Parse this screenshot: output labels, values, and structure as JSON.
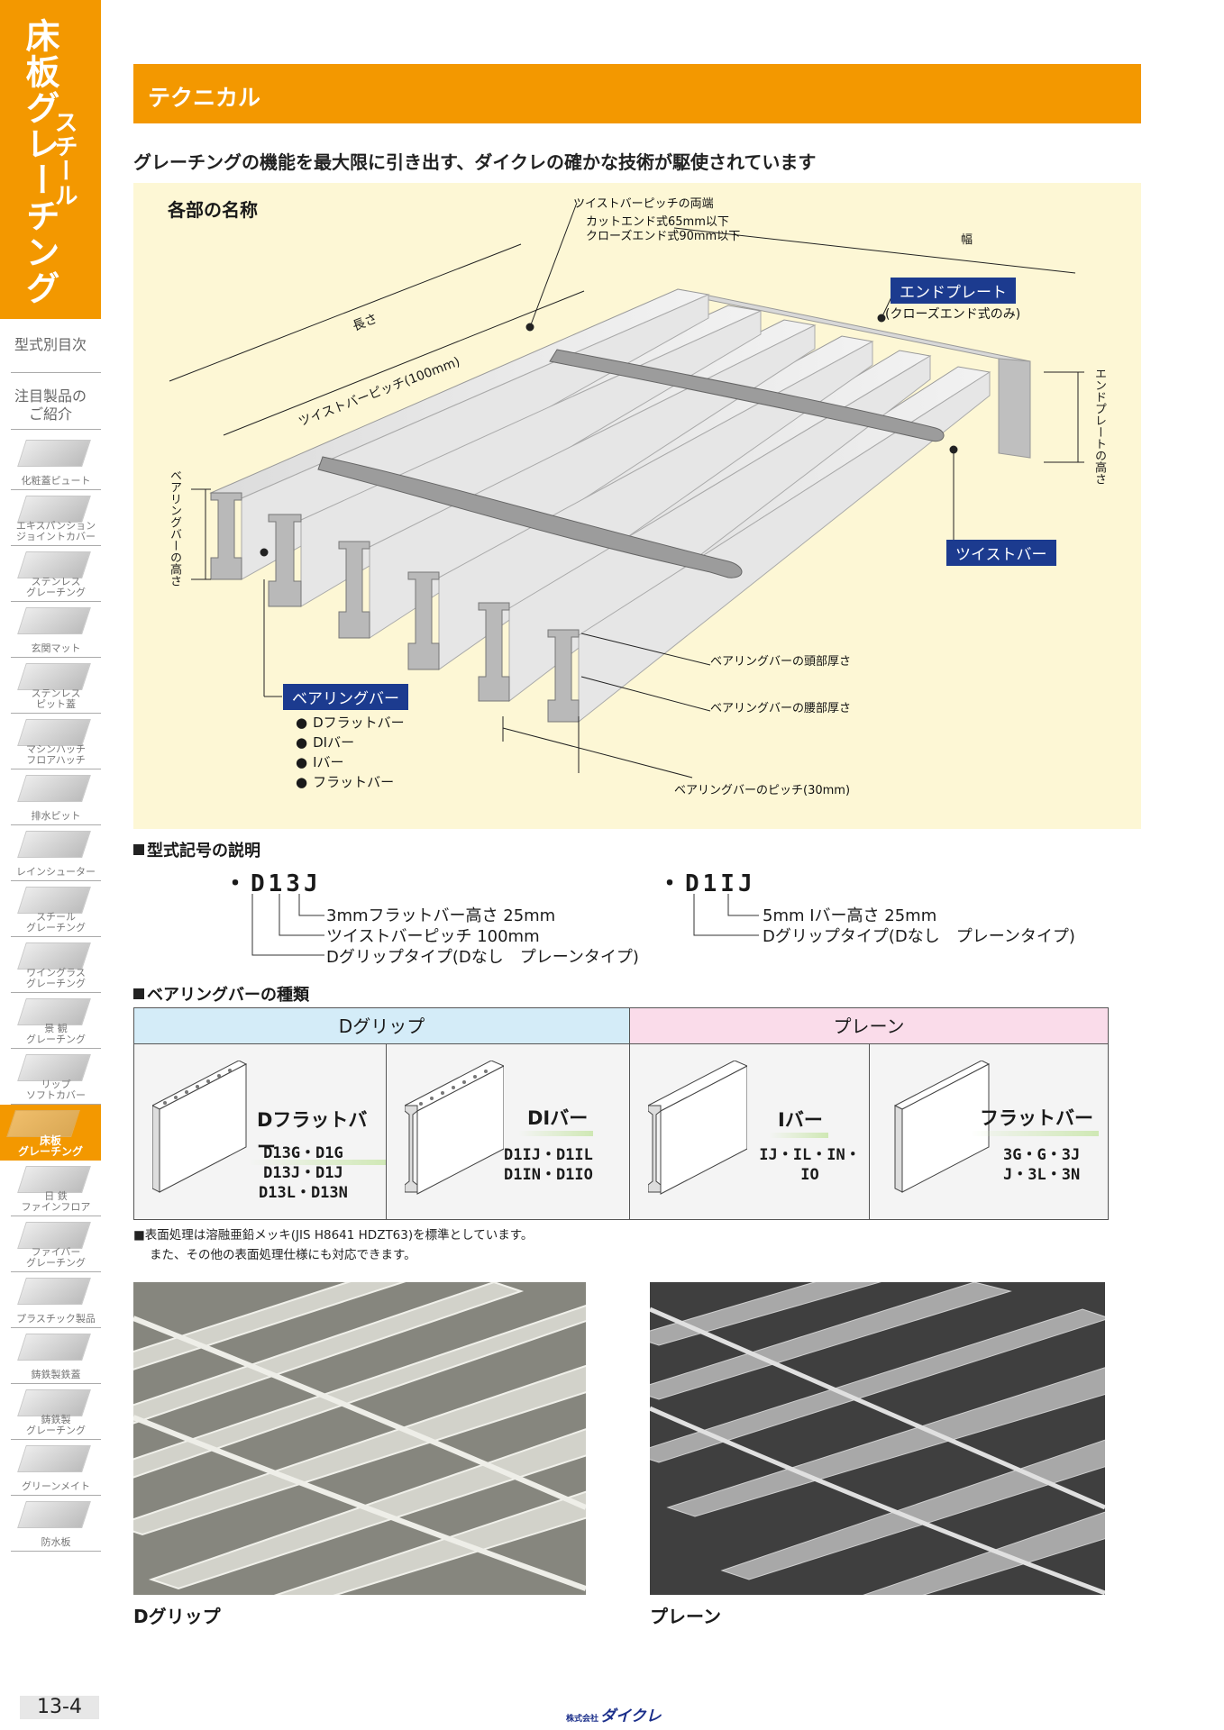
{
  "sidebar": {
    "tab_main": "床板グレーチング",
    "tab_sub": "スチール",
    "links": [
      "型式別目次",
      "注目製品の\nご紹介"
    ],
    "nav": [
      {
        "label": "化粧蓋ピュート",
        "active": false
      },
      {
        "label": "エキスパンション\nジョイントカバー",
        "active": false
      },
      {
        "label": "ステンレス\nグレーチング",
        "active": false
      },
      {
        "label": "玄関マット",
        "active": false
      },
      {
        "label": "ステンレス\nピット蓋",
        "active": false
      },
      {
        "label": "マシンハッチ\nフロアハッチ",
        "active": false
      },
      {
        "label": "排水ピット",
        "active": false
      },
      {
        "label": "レインシューター",
        "active": false
      },
      {
        "label": "スチール\nグレーチング",
        "active": false
      },
      {
        "label": "ワイングラス\nグレーチング",
        "active": false
      },
      {
        "label": "景 観\nグレーチング",
        "active": false
      },
      {
        "label": "リップ\nソフトカバー",
        "active": false
      },
      {
        "label": "床板\nグレーチング",
        "active": true
      },
      {
        "label": "日 鉄\nファインフロア",
        "active": false
      },
      {
        "label": "ファイバー\nグレーチング",
        "active": false
      },
      {
        "label": "プラスチック製品",
        "active": false
      },
      {
        "label": "鋳鉄製鉄蓋",
        "active": false
      },
      {
        "label": "鋳鉄製\nグレーチング",
        "active": false
      },
      {
        "label": "グリーンメイト",
        "active": false
      },
      {
        "label": "防水板",
        "active": false
      }
    ],
    "page_number": "13-4"
  },
  "header": {
    "title": "テクニカル"
  },
  "lead": "グレーチングの機能を最大限に引き出す、ダイクレの確かな技術が駆使されています",
  "diagram": {
    "title": "各部の名称",
    "labels": {
      "twist_pitch_ends": "ツイストバーピッチの両端",
      "cut_end": "カットエンド式65mm以下",
      "close_end": "クローズエンド式90mm以下",
      "width": "幅",
      "length": "長さ",
      "twist_pitch": "ツイストバーピッチ(100mm)",
      "end_plate": "エンドプレート",
      "end_plate_note": "(クローズエンド式のみ)",
      "end_plate_height": "エンドプレートの高さ",
      "twist_bar": "ツイストバー",
      "bearing_height": "ベアリングバーの高さ",
      "head_thickness": "ベアリングバーの頭部厚さ",
      "waist_thickness": "ベアリングバーの腰部厚さ",
      "bearing_pitch": "ベアリングバーのピッチ(30mm)",
      "bearing_bar": "ベアリングバー"
    },
    "bearing_types": [
      "Dフラットバー",
      "DIバー",
      "Iバー",
      "フラットバー"
    ]
  },
  "model_code": {
    "heading": "型式記号の説明",
    "ex1": {
      "code": "・D13J",
      "lines": [
        "3mmフラットバー高さ 25mm",
        "ツイストバーピッチ 100mm",
        "Dグリップタイプ(Dなし　プレーンタイプ)"
      ]
    },
    "ex2": {
      "code": "・D1IJ",
      "lines": [
        "5mm Iバー高さ 25mm",
        "Dグリップタイプ(Dなし　プレーンタイプ)"
      ]
    }
  },
  "bearing_table": {
    "heading": "ベアリングバーの種類",
    "groups": [
      "Dグリップ",
      "プレーン"
    ],
    "cells": [
      {
        "name": "Dフラットバー",
        "models": "D13G・D1G\nD13J・D1J\nD13L・D13N"
      },
      {
        "name": "DIバー",
        "models": "D1IJ・D1IL\nD1IN・D1IO"
      },
      {
        "name": "Iバー",
        "models": "IJ・IL・IN・IO"
      },
      {
        "name": "フラットバー",
        "models": "3G・G・3J\nJ・3L・3N"
      }
    ]
  },
  "note": [
    "■表面処理は溶融亜鉛メッキ(JIS H8641 HDZT63)を標準としています。",
    "また、その他の表面処理仕様にも対応できます。"
  ],
  "photos": [
    {
      "caption": "Dグリップ"
    },
    {
      "caption": "プレーン"
    }
  ],
  "footer": {
    "company_prefix": "株式会社",
    "company": "ダイクレ"
  }
}
